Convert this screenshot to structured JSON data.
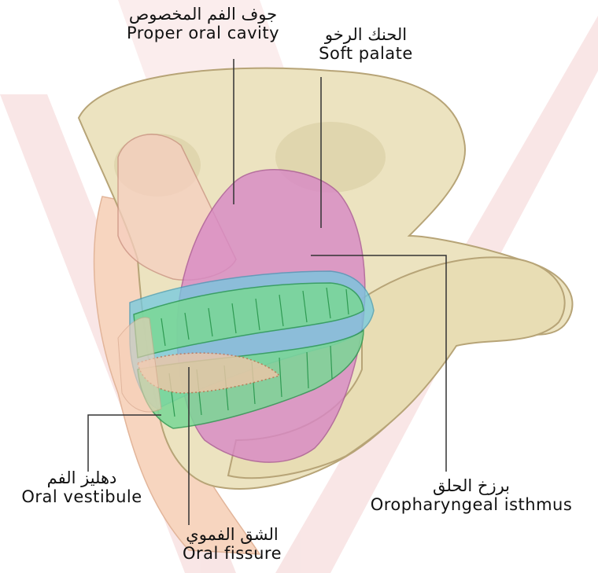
{
  "labels": {
    "proper_oral_cavity": {
      "ar": "جوف الفم المخصوص",
      "en": "Proper oral cavity"
    },
    "soft_palate": {
      "ar": "الحنك الرخو",
      "en": "Soft palate"
    },
    "oral_vestibule": {
      "ar": "دهليز الفم",
      "en": "Oral vestibule"
    },
    "oral_fissure": {
      "ar": "الشق الفموي",
      "en": "Oral fissure"
    },
    "oropharyngeal_isthmus": {
      "ar": "برزخ الحلق",
      "en": "Oropharyngeal isthmus"
    }
  },
  "colors": {
    "background": "#ffffff",
    "watermark": "#f6dede",
    "bone": "#e9dfb8",
    "bone_outline": "#b9a678",
    "skin": "#f5cdb5",
    "oral_cavity_pink": "#d98bc8",
    "teeth_green": "#6fd08c",
    "vestibule_blue": "#6cc9e6",
    "leader_line": "#333333"
  }
}
